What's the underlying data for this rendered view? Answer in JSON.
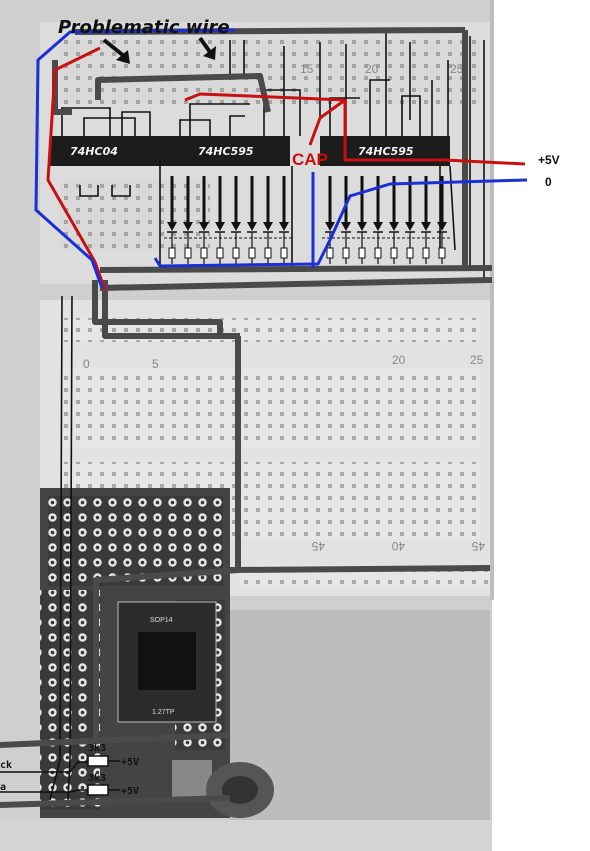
{
  "annotations": {
    "problematic_wire": "Problematic wire",
    "cap": "CAP",
    "plus5v_main": "+5V",
    "zero_main": "0",
    "resistor_1": "3k3",
    "resistor_2": "3k3",
    "plus5v_r1": "+5V",
    "plus5v_r2": "+5V",
    "clock_fragment": "ck",
    "data_fragment": "a"
  },
  "chips": {
    "inverter": "74HC04",
    "shift_left": "74HC595",
    "shift_right": "74HC595",
    "module": "SOP14",
    "module_sub": "1.27TP"
  },
  "breadboard": {
    "top_numbers": [
      "15",
      "20",
      "25"
    ],
    "middle_numbers": [
      "0",
      "5",
      "20",
      "25"
    ],
    "bottom_numbers": [
      "45",
      "40",
      "45"
    ]
  },
  "colors": {
    "positive_wire": "#c81010",
    "ground_wire": "#1a2fd6",
    "jumper_wire": "#4a4a4a",
    "thin_wire": "#111111"
  }
}
